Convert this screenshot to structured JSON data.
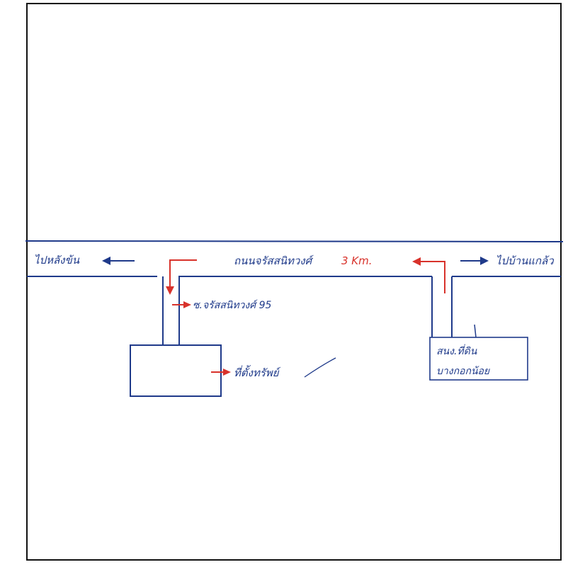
{
  "map": {
    "road_label": "ถนนจรัสสนิทวงศ์",
    "distance_label": "3 Km.",
    "left_direction_label": "ไปหลังข้น",
    "right_direction_label": "ไปบ้านแกล้ว",
    "branch_label": "ซ.จรัสสนิทวงศ์ 95",
    "destination_label": "ที่ตั้งทรัพย์",
    "landmark_line1": "สนง.ที่ดิน",
    "landmark_line2": "บางกอกน้อย",
    "colors": {
      "road_ink": "#1f3a8a",
      "route_ink": "#d8322b",
      "frame_ink": "#111111"
    }
  }
}
